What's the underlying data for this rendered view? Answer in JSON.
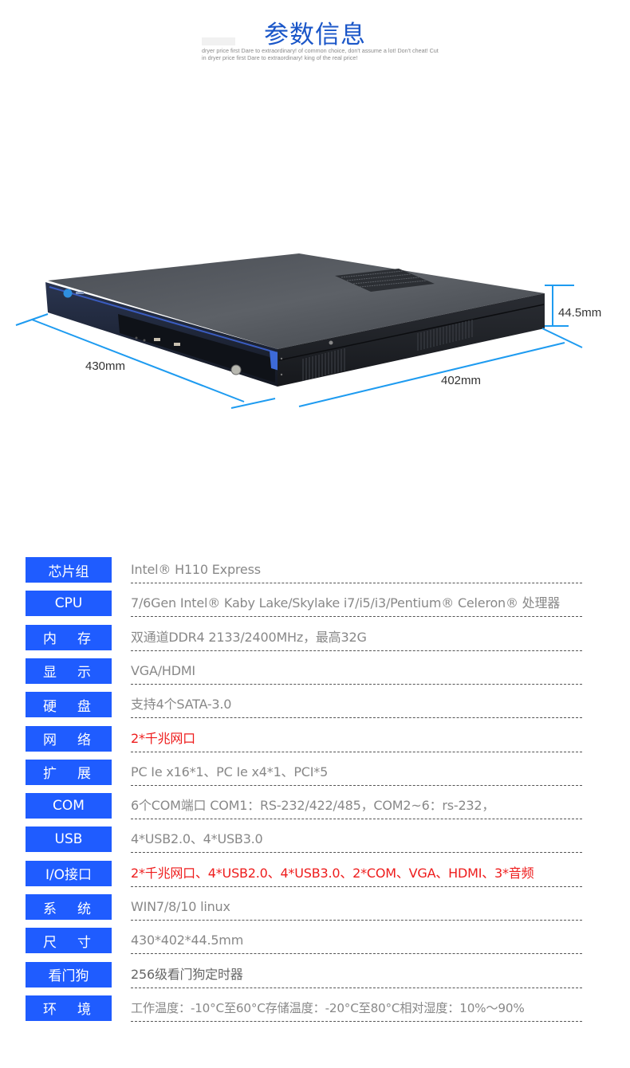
{
  "header": {
    "title": "参数信息",
    "subtitle": "dryer price first Dare to extraordinary! of common choice, don't assume a lot! Don't cheat! Cut in dryer price first Dare to extraordinary! king of the real price!"
  },
  "product_image": {
    "description": "1U rackmount industrial computer chassis, black with blue front bezel",
    "dimensions": {
      "width": "430mm",
      "depth": "402mm",
      "height": "44.5mm"
    },
    "colors": {
      "dimension_line": "#1e9bf0",
      "chassis_top": "#5a5e63",
      "chassis_front": "#1c2130",
      "bezel_blue": "#2a4aa0"
    }
  },
  "specs": {
    "label_color": "#1f5cff",
    "highlight_color": "#ee1c1c",
    "value_color": "#888888",
    "rows": [
      {
        "label": "芯片组",
        "value": "Intel® H110 Express",
        "highlight": false,
        "spread": false
      },
      {
        "label": "CPU",
        "value": "7/6Gen Intel® Kaby Lake/Skylake i7/i5/i3/Pentium® Celeron® 处理器",
        "highlight": false,
        "spread": false
      },
      {
        "label": "内存",
        "label_a": "内",
        "label_b": "存",
        "value": "双通道DDR4 2133/2400MHz，最高32G",
        "highlight": false,
        "spread": true
      },
      {
        "label": "显示",
        "label_a": "显",
        "label_b": "示",
        "value": "VGA/HDMI",
        "highlight": false,
        "spread": true
      },
      {
        "label": "硬盘",
        "label_a": "硬",
        "label_b": "盘",
        "value": "支持4个SATA-3.0",
        "highlight": false,
        "spread": true
      },
      {
        "label": "网络",
        "label_a": "网",
        "label_b": "络",
        "value": "2*千兆网口",
        "highlight": true,
        "spread": true
      },
      {
        "label": "扩展",
        "label_a": "扩",
        "label_b": "展",
        "value": "PC Ie x16*1、PC Ie x4*1、PCI*5",
        "highlight": false,
        "spread": true
      },
      {
        "label": "COM",
        "value": "6个COM端口 COM1：RS-232/422/485，COM2~6：rs-232，",
        "highlight": false,
        "spread": false
      },
      {
        "label": "USB",
        "value": "4*USB2.0、4*USB3.0",
        "highlight": false,
        "spread": false
      },
      {
        "label": "I/O接口",
        "value": "2*千兆网口、4*USB2.0、4*USB3.0、2*COM、VGA、HDMI、3*音频",
        "highlight": true,
        "spread": false
      },
      {
        "label": "系统",
        "label_a": "系",
        "label_b": "统",
        "value": "WIN7/8/10  linux",
        "highlight": false,
        "spread": true
      },
      {
        "label": "尺寸",
        "label_a": "尺",
        "label_b": "寸",
        "value": "430*402*44.5mm",
        "highlight": false,
        "spread": true
      },
      {
        "label": "看门狗",
        "value": "256级看门狗定时器",
        "highlight": false,
        "spread": false
      },
      {
        "label": "环境",
        "label_a": "环",
        "label_b": "境",
        "value": "工作温度：-10°C至60°C存储温度：-20°C至80°C相对湿度：10%～90%",
        "highlight": false,
        "spread": true
      }
    ]
  }
}
